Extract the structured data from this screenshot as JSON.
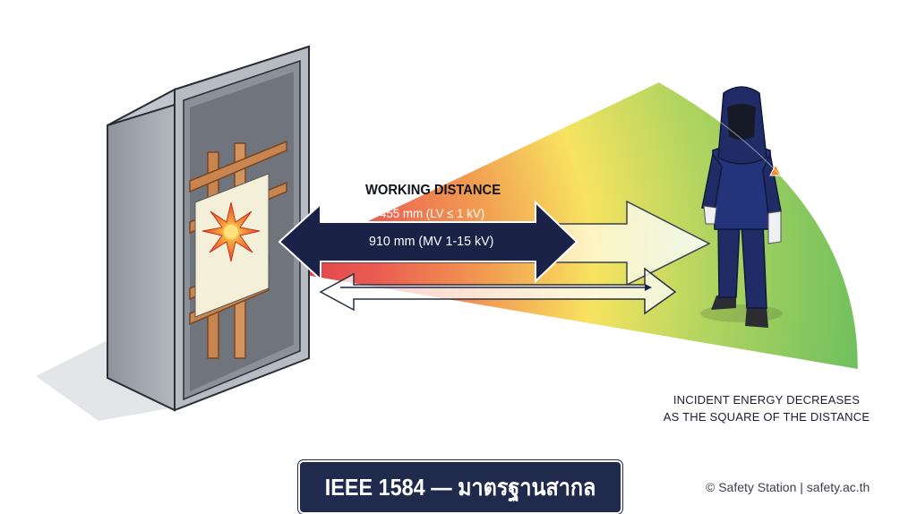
{
  "diagram": {
    "working_distance_label": "WORKING DISTANCE",
    "lv_distance": "455 mm (LV ≤ 1 kV)",
    "mv_distance": "910 mm (MV 1-15 kV)",
    "note_line1": "INCIDENT ENERGY DECREASES",
    "note_line2": "AS THE SQUARE OF THE DISTANCE",
    "standard_title": "IEEE 1584 — มาตรฐานสากล",
    "credit": "© Safety Station | safety.ac.th"
  },
  "colors": {
    "zone_near": "#e8453a",
    "zone_mid": "#f7e04a",
    "zone_far": "#5fb848",
    "arrow_navy": "#1a2248",
    "suit": "#1f2c66",
    "copper": "#c9854f",
    "cabinet": "#a9adb5",
    "badge": "#1f2a4d"
  },
  "icons": [
    "electrical-cabinet-icon",
    "arc-flash-icon",
    "ppe-worker-icon",
    "warning-patch-icon"
  ]
}
